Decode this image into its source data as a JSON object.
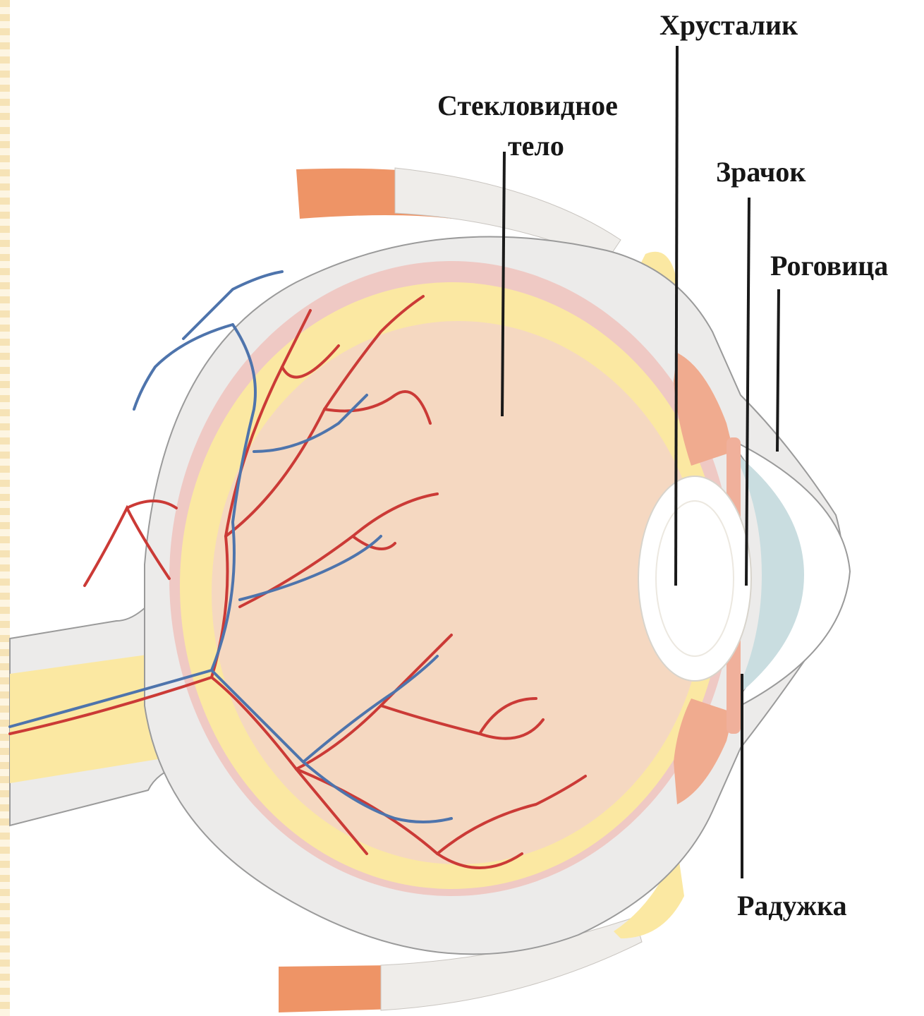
{
  "labels": {
    "lens": "Хрусталик",
    "vitreous_line1": "Стекловидное",
    "vitreous_line2": "тело",
    "pupil": "Зрачок",
    "cornea": "Роговица",
    "iris": "Радужка"
  },
  "colors": {
    "sclera": "#ecebea",
    "sclera_edge": "#9a9a9a",
    "choroid": "#efc9c4",
    "retina_yellow": "#fbe8a2",
    "vitreous": "#f5d8c1",
    "artery": "#cb3a36",
    "vein": "#4e74ac",
    "muscle": "#ee9466",
    "tendon": "#efedea",
    "aqueous": "#c9dde0",
    "lens": "#ffffff",
    "ciliary": "#f0ab8f"
  }
}
